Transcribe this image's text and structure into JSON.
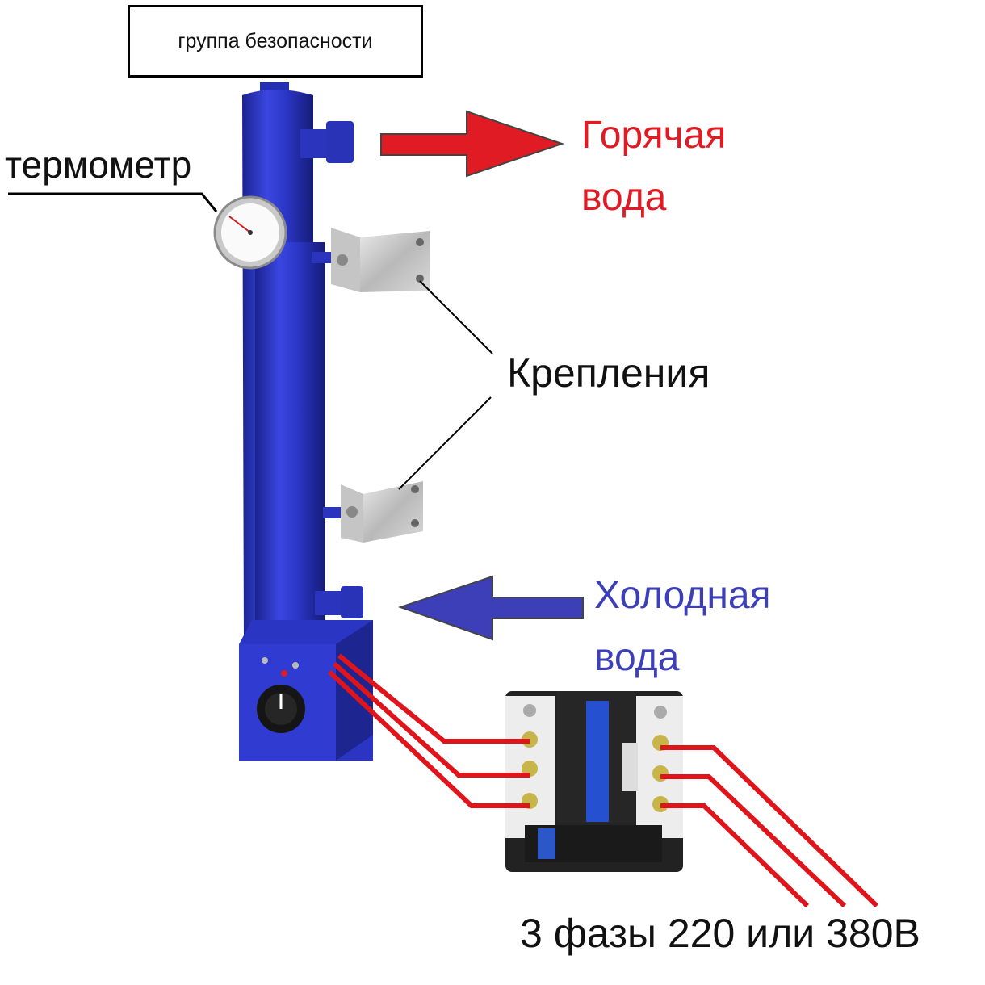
{
  "labels": {
    "safety_group": "группа безопасности",
    "thermometer": "термометр",
    "hot_water_line1": "Горячая",
    "hot_water_line2": "вода",
    "mounts": "Крепления",
    "cold_water_line1": "Холодная",
    "cold_water_line2": "вода",
    "power": "3 фазы 220 или 380В"
  },
  "colors": {
    "hot": "#e01b24",
    "cold": "#3c3fb8",
    "boiler": "#2c37c9",
    "wire": "#e0151c"
  },
  "icons": {
    "hot_arrow": "arrow-right-icon",
    "cold_arrow": "arrow-left-icon",
    "thermometer": "thermometer-dial-icon",
    "contactor": "contactor-icon",
    "thermostat": "thermostat-knob-icon"
  }
}
